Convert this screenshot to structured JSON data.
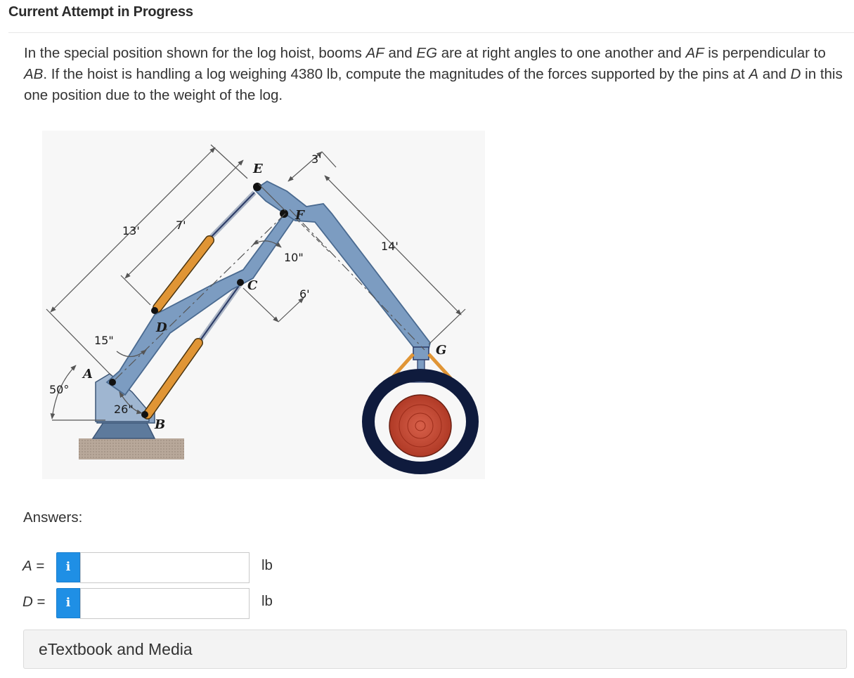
{
  "header": {
    "title": "Current Attempt in Progress"
  },
  "question": {
    "parts": [
      "In the special position shown for the log hoist, booms ",
      "AF",
      " and ",
      "EG",
      " are at right angles to one another and ",
      "AF",
      " is perpendicular to ",
      "AB",
      ". If the hoist is handling a log weighing 4380 lb, compute the magnitudes of the forces supported by the pins at ",
      "A",
      " and ",
      "D",
      " in this one position due to the weight of the log."
    ]
  },
  "figure": {
    "labels": {
      "E": "E",
      "F": "F",
      "C": "C",
      "D": "D",
      "A": "A",
      "B": "B",
      "G": "G"
    },
    "dims": {
      "d13ft": "13'",
      "d7ft": "7'",
      "d3ft": "3'",
      "d14ft": "14'",
      "d10in": "10\"",
      "d6ft": "6'",
      "d15in": "15\"",
      "d26in": "26\"",
      "angle50": "50°"
    },
    "colors": {
      "boom": "#7c9cc1",
      "boom_edge": "#4a6a90",
      "cylinder": "#e09535",
      "rod": "#aab4c4",
      "grapple": "#0f1b3d",
      "log": "#c4442e"
    }
  },
  "answers": {
    "label": "Answers:",
    "rows": [
      {
        "var": "A",
        "eq": " =",
        "info": "i",
        "value": "",
        "unit": "lb"
      },
      {
        "var": "D",
        "eq": " =",
        "info": "i",
        "value": "",
        "unit": "lb"
      }
    ]
  },
  "etextbook": {
    "label": "eTextbook and Media"
  }
}
